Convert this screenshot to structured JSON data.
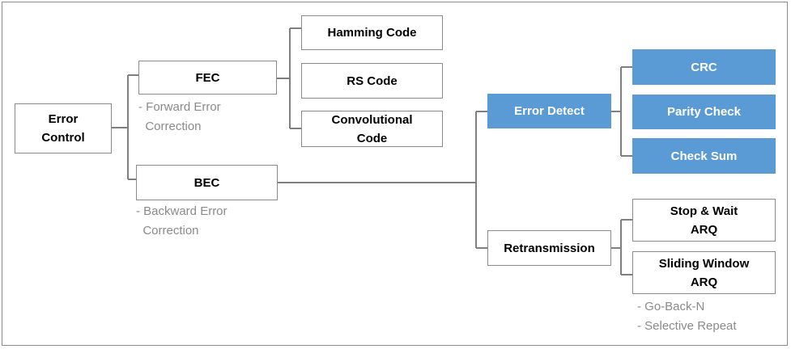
{
  "nodes": {
    "error_control": "Error\nControl",
    "fec": "FEC",
    "bec": "BEC",
    "hamming": "Hamming Code",
    "rs": "RS Code",
    "convolutional": "Convolutional\nCode",
    "error_detect": "Error Detect",
    "retransmission": "Retransmission",
    "crc": "CRC",
    "parity": "Parity Check",
    "checksum": "Check Sum",
    "stop_wait": "Stop & Wait\nARQ",
    "sliding": "Sliding Window\nARQ"
  },
  "notes": {
    "fec": "- Forward Error\n  Correction",
    "bec": "- Backward Error\n  Correction",
    "sliding": "- Go-Back-N\n- Selective Repeat"
  },
  "colors": {
    "highlight": "#5b9bd5",
    "line": "#7f7f7f",
    "note_text": "#8a8a8a"
  }
}
